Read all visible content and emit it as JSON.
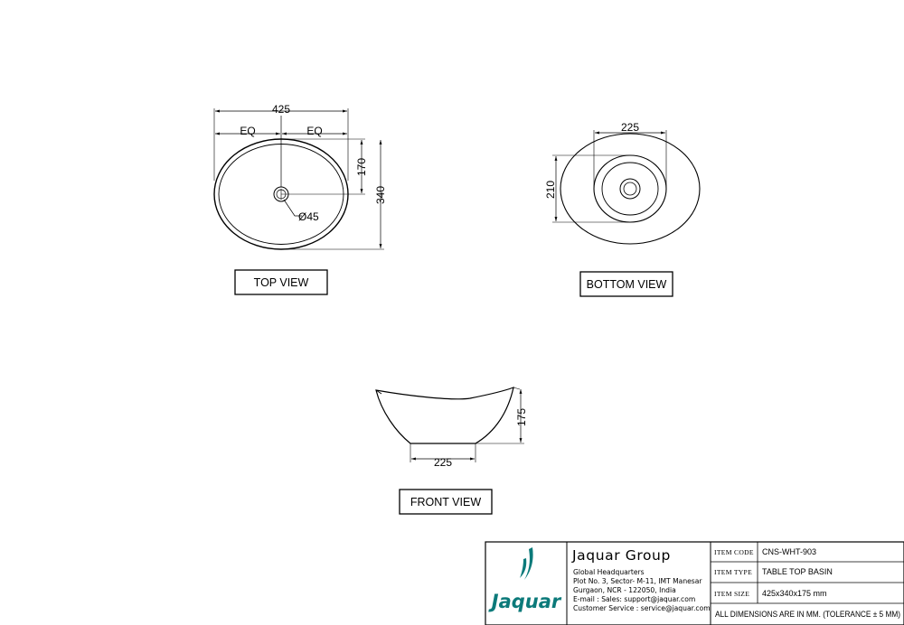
{
  "views": {
    "top": {
      "label": "TOP  VIEW",
      "dims": {
        "width": "425",
        "eq_left": "EQ",
        "eq_right": "EQ",
        "half_depth": "170",
        "depth": "340",
        "hole": "Ø45"
      }
    },
    "bottom": {
      "label": "BOTTOM  VIEW",
      "dims": {
        "foot_width": "225",
        "foot_depth": "210"
      }
    },
    "front": {
      "label": "FRONT VIEW",
      "dims": {
        "height": "175",
        "base": "225"
      }
    }
  },
  "title_block": {
    "logo": {
      "text": "Jaquar",
      "color": "#0c7a7a"
    },
    "group_name": "Jaquar  Group",
    "address_lines": [
      "Global  Headquarters",
      "Plot No. 3, Sector- M-11, IMT Manesar",
      "Gurgaon, NCR  -  122050, India",
      "E-mail  :  Sales:  support@jaquar.com",
      "Customer  Service  :  service@jaquar.com"
    ],
    "fields": [
      {
        "label": "ITEM CODE",
        "value": "CNS-WHT-903"
      },
      {
        "label": "ITEM TYPE",
        "value": "TABLE TOP BASIN"
      },
      {
        "label": "ITEM SIZE",
        "value": "425x340x175 mm"
      }
    ],
    "note": "ALL DIMENSIONS ARE IN MM. (TOLERANCE ± 5 MM)"
  }
}
